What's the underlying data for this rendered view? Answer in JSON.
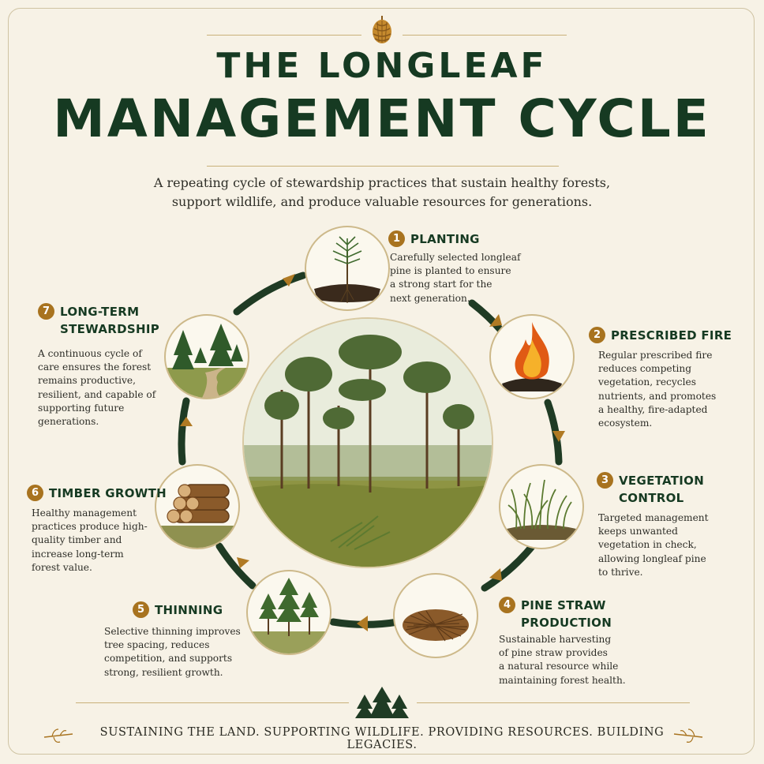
{
  "header": {
    "title_line1": "THE LONGLEAF",
    "title_line2": "MANAGEMENT CYCLE",
    "subtitle": "A repeating cycle of stewardship practices that sustain healthy forests,\nsupport wildlife, and produce valuable resources for generations."
  },
  "steps": [
    {
      "number": "1",
      "title": "PLANTING",
      "body": "Carefully selected longleaf\npine is planted to ensure\na strong start for the\nnext generation.",
      "icon": "seedling-icon"
    },
    {
      "number": "2",
      "title": "PRESCRIBED FIRE",
      "body": "Regular prescribed fire\nreduces competing\nvegetation, recycles\nnutrients, and promotes\na healthy, fire-adapted\necosystem.",
      "icon": "fire-icon"
    },
    {
      "number": "3",
      "title": "VEGETATION\nCONTROL",
      "body": "Targeted management\nkeeps unwanted\nvegetation in check,\nallowing longleaf pine\nto thrive.",
      "icon": "grass-icon"
    },
    {
      "number": "4",
      "title": "PINE STRAW\nPRODUCTION",
      "body": "Sustainable harvesting\nof pine straw provides\na natural resource while\nmaintaining forest health.",
      "icon": "pine-straw-icon"
    },
    {
      "number": "5",
      "title": "THINNING",
      "body": "Selective thinning improves\ntree spacing, reduces\ncompetition, and supports\nstrong, resilient growth.",
      "icon": "thinned-trees-icon"
    },
    {
      "number": "6",
      "title": "TIMBER GROWTH",
      "body": "Healthy management\npractices produce high-\nquality timber and\nincrease long-term\nforest value.",
      "icon": "log-pile-icon"
    },
    {
      "number": "7",
      "title": "LONG-TERM\nSTEWARDSHIP",
      "body": "A continuous cycle of\ncare ensures the forest\nremains productive,\nresilient, and capable of\nsupporting future\ngenerations.",
      "icon": "forest-path-icon"
    }
  ],
  "footer": {
    "tagline": "SUSTAINING THE LAND. SUPPORTING WILDLIFE. PROVIDING RESOURCES. BUILDING LEGACIES."
  },
  "colors": {
    "background": "#f7f2e6",
    "title_green": "#163a22",
    "accent_gold": "#a8731f",
    "cycle_ring": "#1f3b24"
  }
}
